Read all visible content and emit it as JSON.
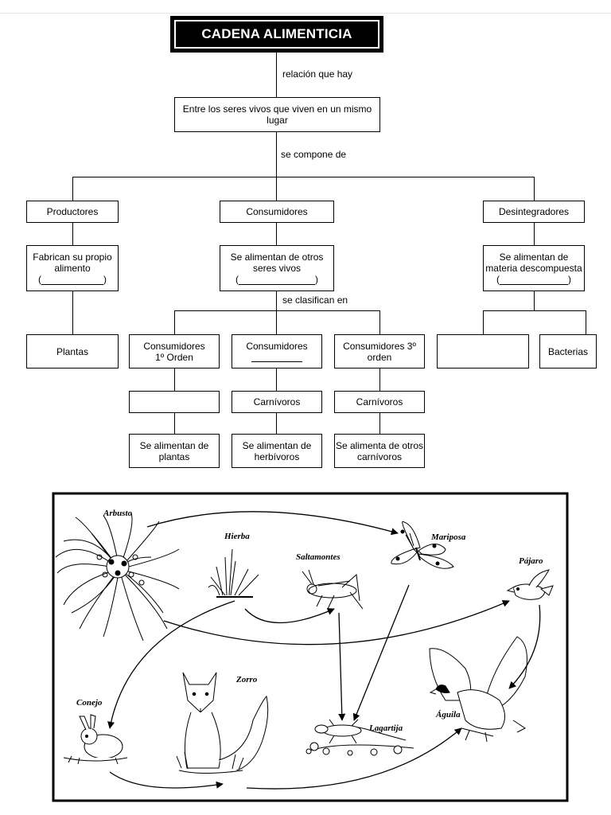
{
  "title": "CADENA ALIMENTICIA",
  "links": {
    "relation": "relación que hay",
    "composed": "se compone de",
    "classified": "se clasifican en"
  },
  "definition": "Entre los seres vivos que viven en un mismo lugar",
  "categories": {
    "producers": "Productores",
    "consumers": "Consumidores",
    "decomposers": "Desintegradores"
  },
  "descriptions": {
    "producers": "Fabrican su propio alimento",
    "consumers": "Se alimentan de otros seres vivos",
    "decomposers": "Se alimentan de materia descompuesta"
  },
  "paren_open": "(",
  "paren_close": ")",
  "examples": {
    "plants": "Plantas",
    "decomposer_blank": "",
    "bacteria": "Bacterias"
  },
  "consumer_orders": {
    "first": "Consumidores 1º Orden",
    "second": "Consumidores",
    "third": "Consumidores 3º orden"
  },
  "consumer_types": {
    "first": "",
    "second": "Carnívoros",
    "third": "Carnívoros"
  },
  "consumer_diets": {
    "first": "Se alimentan de plantas",
    "second": "Se alimentan de herbívoros",
    "third": "Se alimenta de otros carnívoros"
  },
  "food_web": {
    "animals": {
      "arbusto": "Arbusto",
      "hierba": "Hierba",
      "saltamontes": "Saltamontes",
      "mariposa": "Mariposa",
      "pajaro": "Pájaro",
      "conejo": "Conejo",
      "zorro": "Zorro",
      "lagartija": "Lagartija",
      "aguila": "Águila"
    }
  }
}
